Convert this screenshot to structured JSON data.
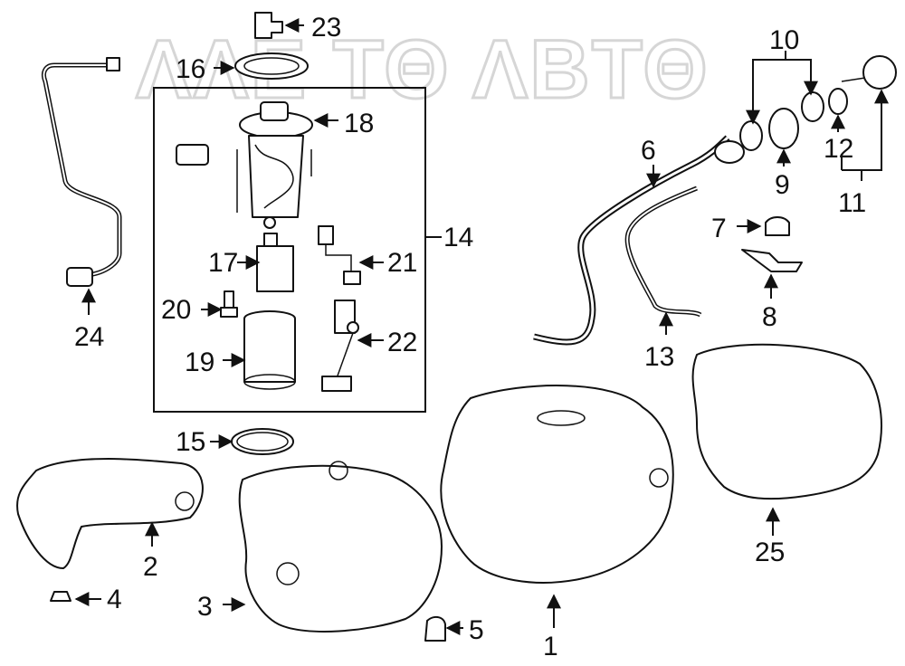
{
  "watermark": "ΛΛΕ ΤΘ ΛΒΤΘ",
  "callouts": {
    "p1": "1",
    "p2": "2",
    "p3": "3",
    "p4": "4",
    "p5": "5",
    "p6": "6",
    "p7": "7",
    "p8": "8",
    "p9": "9",
    "p10": "10",
    "p11": "11",
    "p12": "12",
    "p13": "13",
    "p14": "14",
    "p15": "15",
    "p16": "16",
    "p17": "17",
    "p18": "18",
    "p19": "19",
    "p20": "20",
    "p21": "21",
    "p22": "22",
    "p23": "23",
    "p24": "24",
    "p25": "25"
  },
  "colors": {
    "line": "#111111",
    "watermark": "#d6d6d6",
    "background": "#ffffff"
  }
}
